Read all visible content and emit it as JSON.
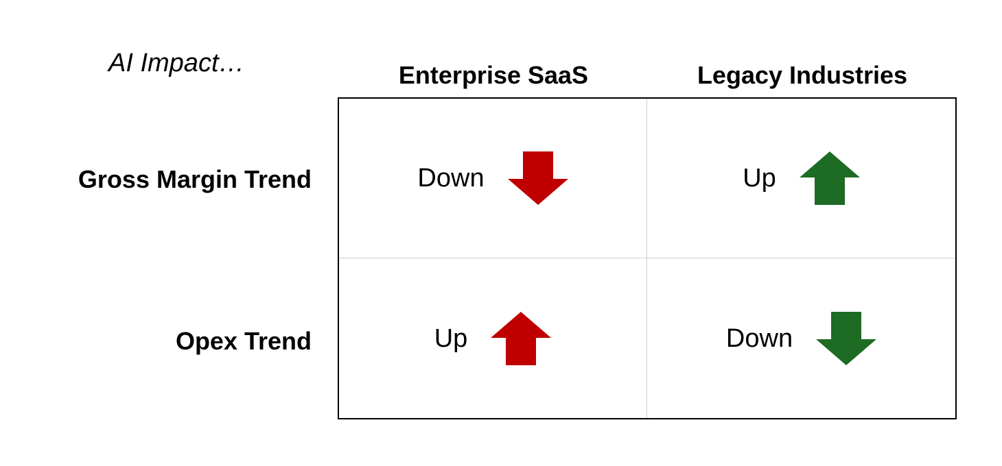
{
  "caption": "AI Impact…",
  "columns": [
    "Enterprise SaaS",
    "Legacy Industries"
  ],
  "rows": [
    "Gross Margin Trend",
    "Opex Trend"
  ],
  "cells": [
    [
      {
        "label": "Down",
        "direction": "down",
        "color": "#c00000"
      },
      {
        "label": "Up",
        "direction": "up",
        "color": "#1e6b24"
      }
    ],
    [
      {
        "label": "Up",
        "direction": "up",
        "color": "#c00000"
      },
      {
        "label": "Down",
        "direction": "down",
        "color": "#1e6b24"
      }
    ]
  ]
}
